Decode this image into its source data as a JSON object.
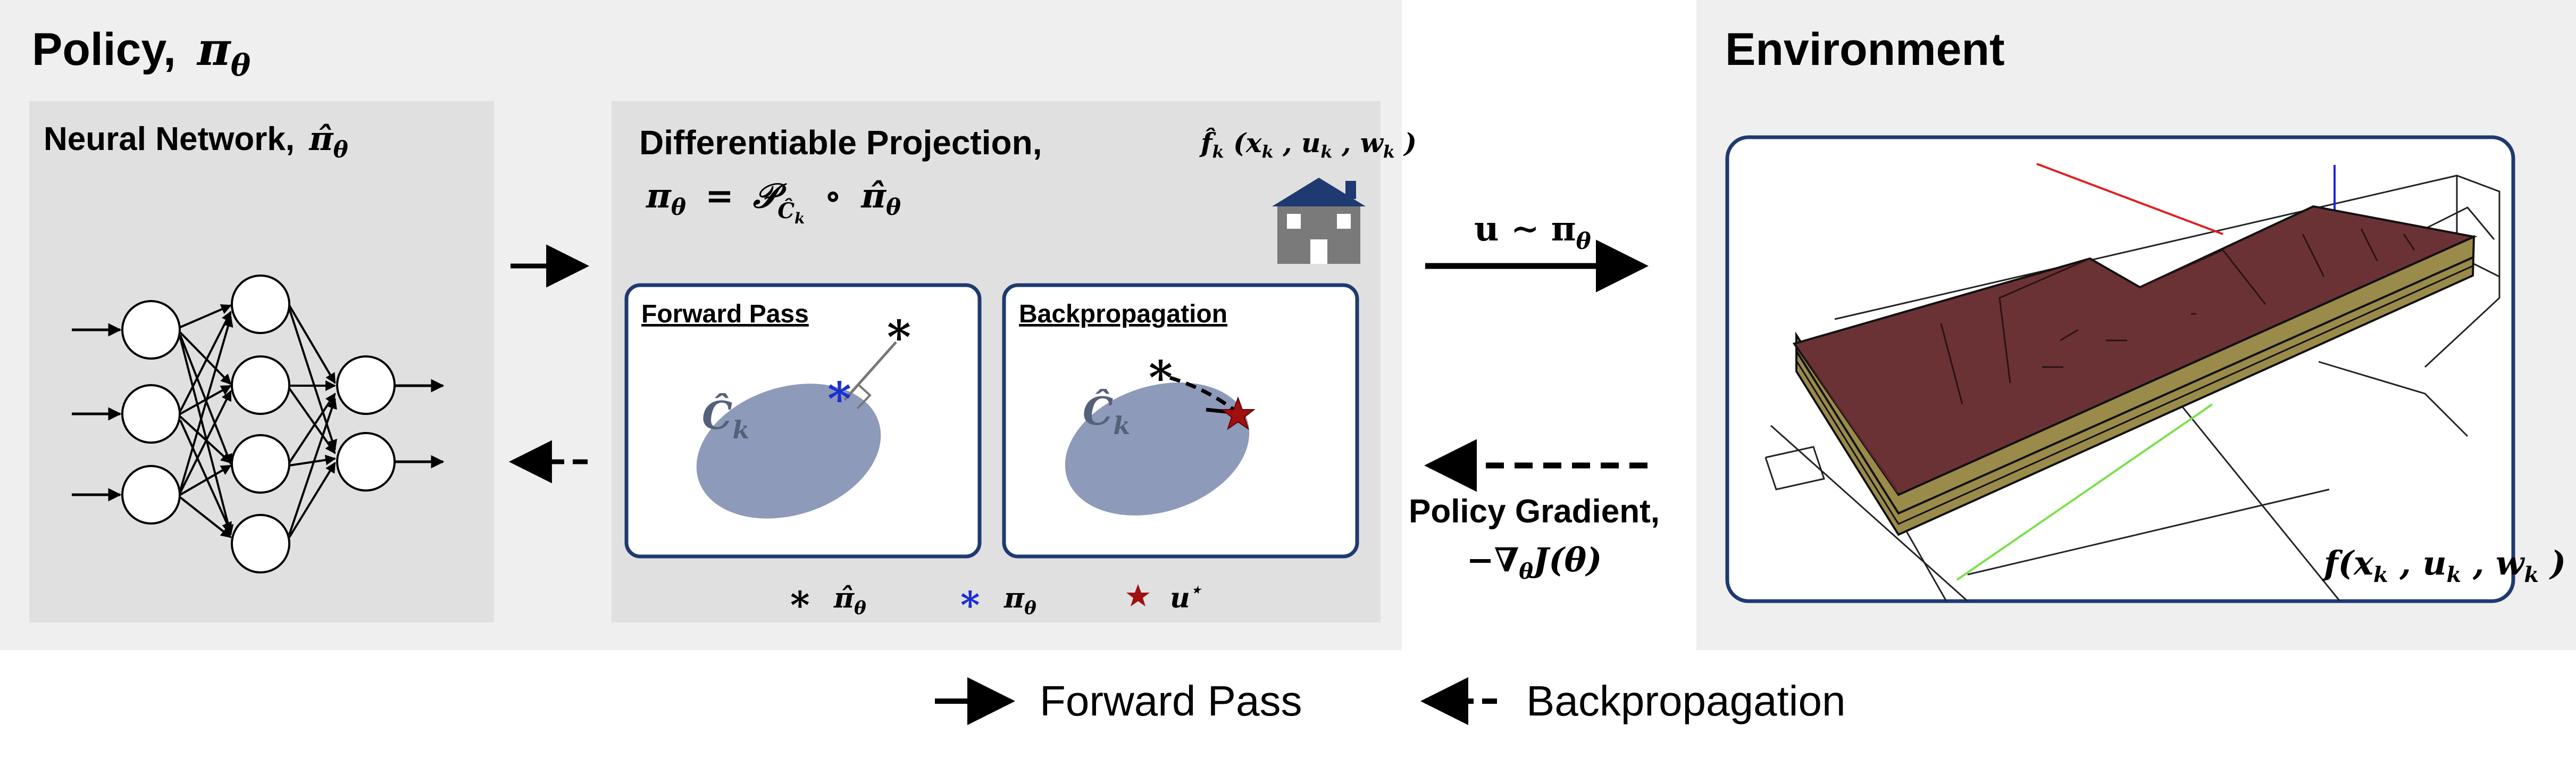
{
  "policy_panel": {
    "title": "Policy,",
    "title_symbol": "π",
    "title_sub": "θ"
  },
  "neural_network": {
    "title": "Neural Network,",
    "symbol": "π̂",
    "sub": "θ"
  },
  "projection": {
    "title": "Differentiable Projection,",
    "formula_lhs": "π",
    "formula_lhs_sub": "θ",
    "formula_eq": "=",
    "formula_P": "𝒫",
    "formula_P_sub": "Ĉ",
    "formula_P_subsub": "k",
    "formula_compose": "∘",
    "formula_rhs": "π̂",
    "formula_rhs_sub": "θ",
    "model_label": "f̂",
    "model_sub": "k",
    "model_args": "(x",
    "model_args_k1": "k",
    "model_u": ", u",
    "model_u_k": "k",
    "model_w": ", w",
    "model_w_k": "k",
    "model_close": ")",
    "forward_box_title": "Forward Pass",
    "backprop_box_title": "Backpropagation",
    "set_label": "Ĉ",
    "set_sub": "k",
    "legend": {
      "nn_output": "π̂",
      "nn_output_sub": "θ",
      "projected": "π",
      "projected_sub": "θ",
      "optimal": "u",
      "optimal_sup": "⋆"
    }
  },
  "arrows": {
    "action_label": "u ∼ π",
    "action_sub": "θ",
    "gradient_label": "Policy Gradient,",
    "gradient_expr": "−∇",
    "gradient_sub": "θ",
    "gradient_J": "J(θ)"
  },
  "environment": {
    "title": "Environment",
    "dynamics": "f(x",
    "dyn_k1": "k",
    "dyn_u": ", u",
    "dyn_k2": "k",
    "dyn_w": ", w",
    "dyn_k3": "k",
    "dyn_close": ")"
  },
  "legend": {
    "forward": "Forward Pass",
    "backward": "Backpropagation"
  },
  "colors": {
    "panel_bg": "#efefef",
    "inner_bg": "#e3e3e3",
    "frame_blue": "#1f3a70",
    "ellipse_fill": "#8d9ab9",
    "projected_star": "#1a2fd0",
    "optimal_star": "#a01010",
    "roof": "#6b3236",
    "wall": "#9a8b4a"
  }
}
